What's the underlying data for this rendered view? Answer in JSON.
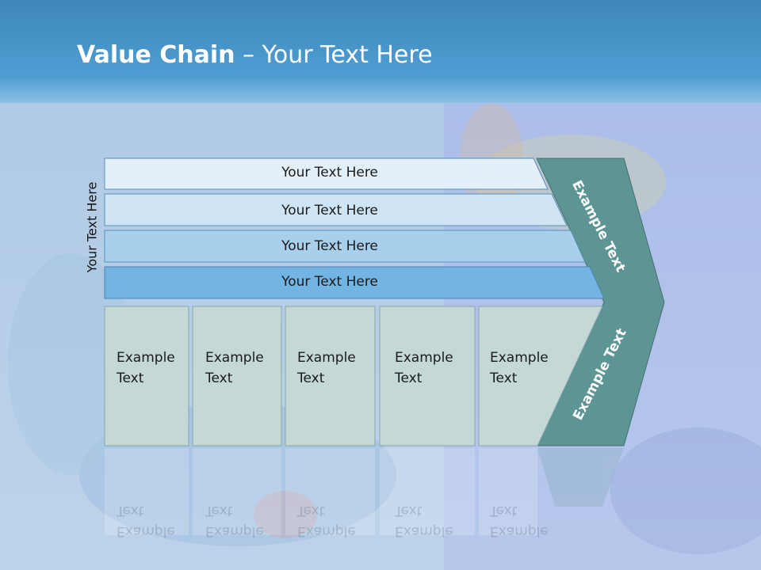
{
  "slide": {
    "title_bold": "Value Chain",
    "title_rest": " – Your Text Here",
    "vertical_label": "Your Text Here"
  },
  "bars": [
    {
      "label": "Your Text Here",
      "color": "#e3f0fa"
    },
    {
      "label": "Your Text Here",
      "color": "#cfe5f5"
    },
    {
      "label": "Your Text Here",
      "color": "#a8d0ec"
    },
    {
      "label": "Your Text Here",
      "color": "#72b4e2"
    }
  ],
  "boxes": [
    {
      "line1": "Example",
      "line2": "Text"
    },
    {
      "line1": "Example",
      "line2": "Text"
    },
    {
      "line1": "Example",
      "line2": "Text"
    },
    {
      "line1": "Example",
      "line2": "Text"
    },
    {
      "line1": "Example",
      "line2": "Text"
    }
  ],
  "arrow": {
    "top_label": "Example Text",
    "bottom_label": "Example Text",
    "color": "#5d9494"
  },
  "colors": {
    "header": "#4a98cf",
    "box_fill": "#c4d8d6"
  }
}
